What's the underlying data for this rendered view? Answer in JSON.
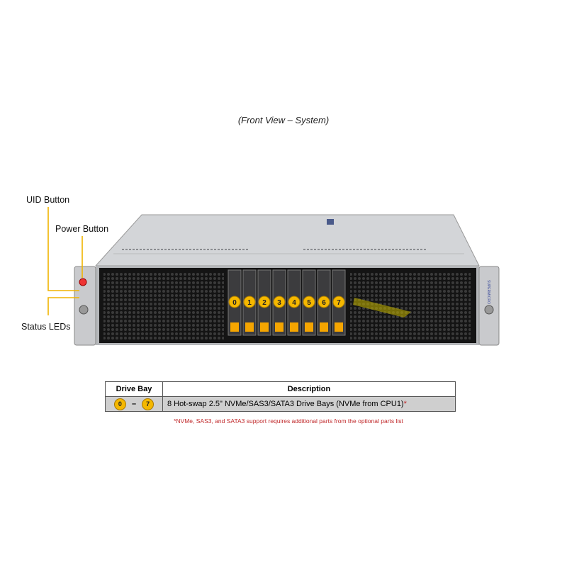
{
  "caption": "(Front View – System)",
  "callouts": {
    "uid": "UID Button",
    "power": "Power Button",
    "status": "Status LEDs"
  },
  "drive_bays": [
    "0",
    "1",
    "2",
    "3",
    "4",
    "5",
    "6",
    "7"
  ],
  "brand_text": "SUPERMICRO",
  "table": {
    "headers": [
      "Drive Bay",
      "Description"
    ],
    "rows": [
      {
        "bay_from": "0",
        "dash": "–",
        "bay_to": "7",
        "description": "8 Hot-swap 2.5\" NVMe/SAS3/SATA3 Drive  Bays (NVMe from CPU1)",
        "mark": "*"
      }
    ]
  },
  "footnote": "*NVMe, SAS3, and SATA3 support requires additional parts from the optional parts list",
  "colors": {
    "callout_line": "#f0b400",
    "badge": "#f5b800",
    "footnote": "#c0282a"
  }
}
